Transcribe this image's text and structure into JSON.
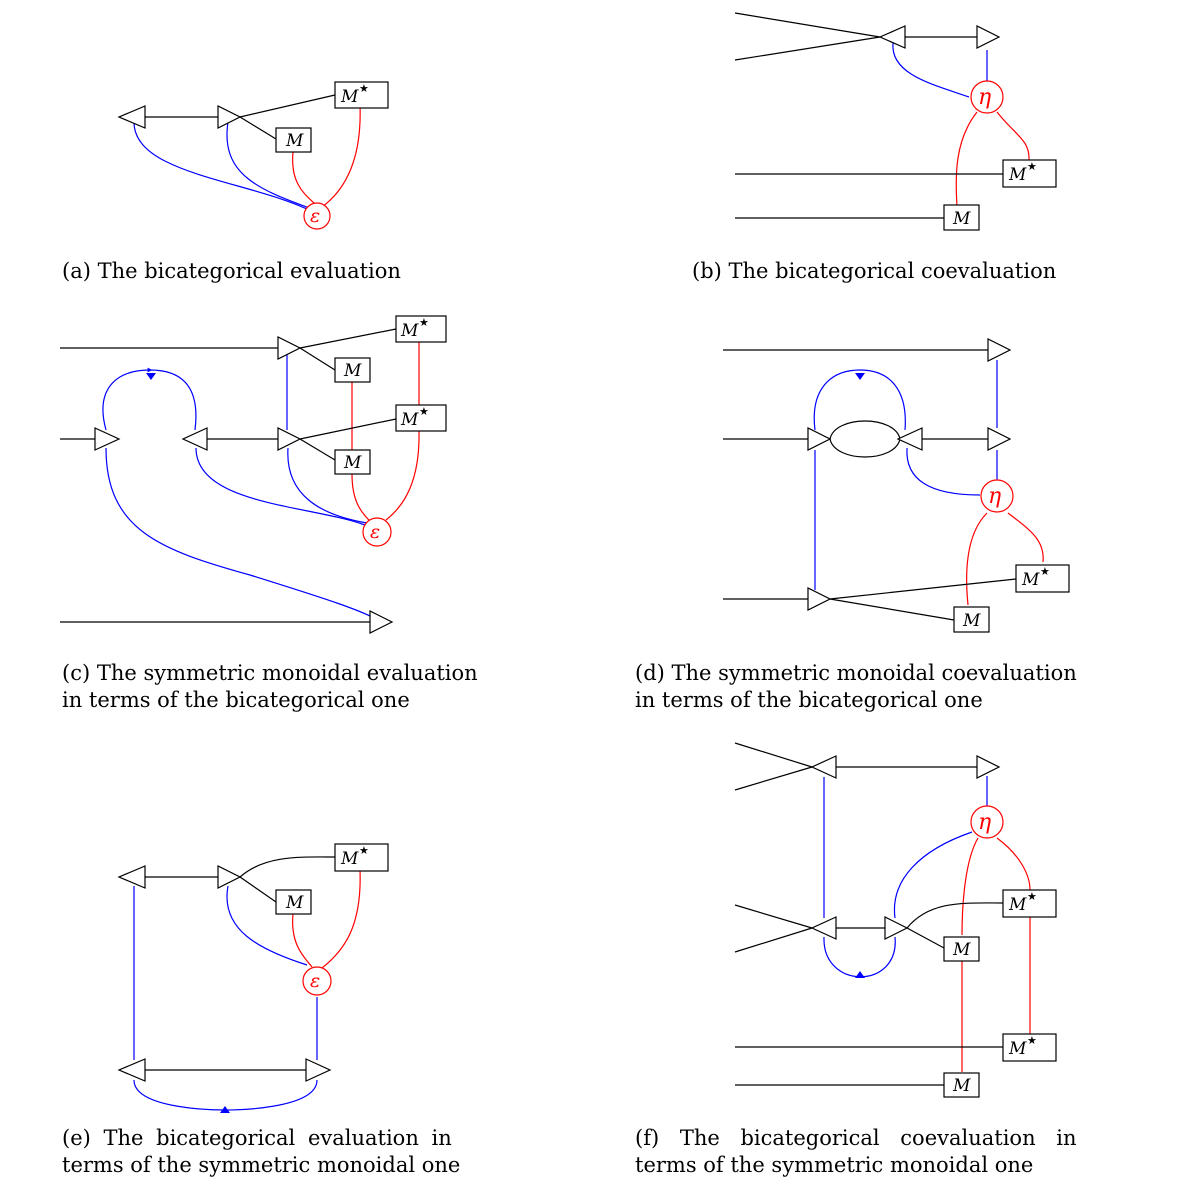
{
  "labels": {
    "m": "M",
    "mstar": "M",
    "star": "★",
    "eps": "ε",
    "eta": "η"
  },
  "captions": {
    "a": [
      "(a) The bicategorical evaluation"
    ],
    "b": [
      "(b) The bicategorical coevaluation"
    ],
    "c": [
      "(c) The symmetric monoidal evaluation",
      "in terms of the bicategorical one"
    ],
    "d": [
      "(d) The symmetric monoidal coevaluation",
      "in terms of the bicategorical one"
    ],
    "e": [
      "(e) The bicategorical evaluation in",
      "terms of the symmetric monoidal one"
    ],
    "f": [
      "(f) The bicategorical coevaluation in",
      "terms of the symmetric monoidal one"
    ]
  },
  "colors": {
    "blue": "#0000ff",
    "red": "#ff0000",
    "black": "#000000"
  }
}
